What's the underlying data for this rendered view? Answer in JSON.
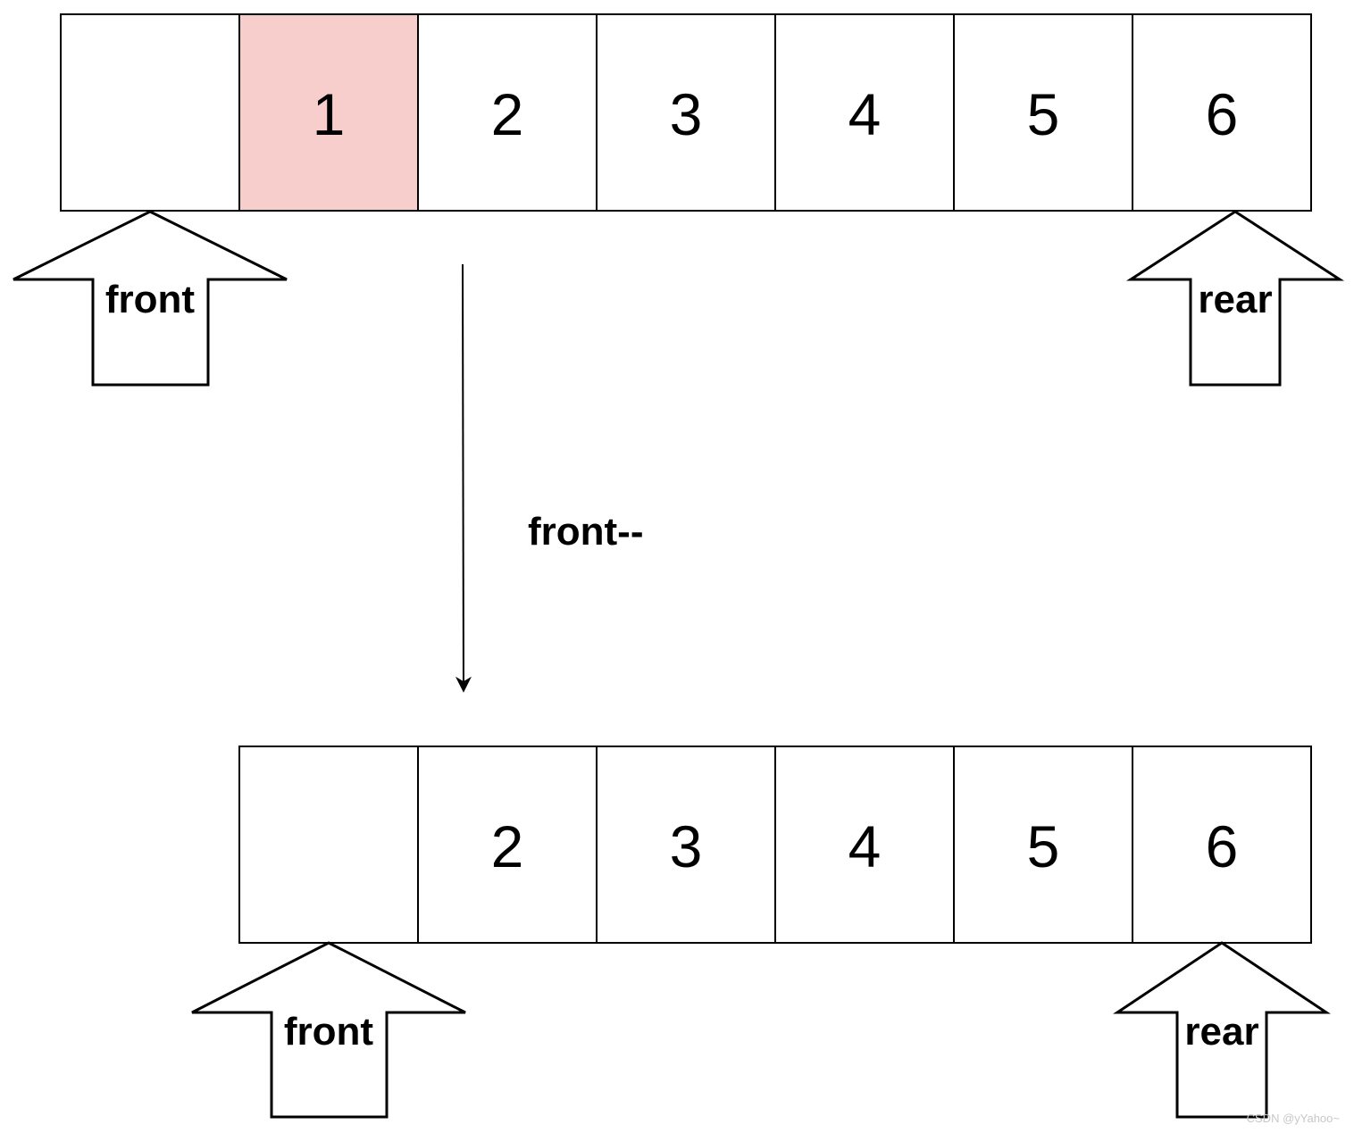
{
  "colors": {
    "highlight": "#f8cecc",
    "cell_default": "#ffffff",
    "stroke": "#000000"
  },
  "before": {
    "cells": [
      {
        "value": "",
        "highlight": false
      },
      {
        "value": "1",
        "highlight": true
      },
      {
        "value": "2",
        "highlight": false
      },
      {
        "value": "3",
        "highlight": false
      },
      {
        "value": "4",
        "highlight": false
      },
      {
        "value": "5",
        "highlight": false
      },
      {
        "value": "6",
        "highlight": false
      }
    ],
    "pointers": {
      "front_label": "front",
      "front_index": 0,
      "rear_label": "rear",
      "rear_index": 6
    }
  },
  "transition": {
    "label": "front--"
  },
  "after": {
    "cells": [
      {
        "value": "",
        "highlight": false
      },
      {
        "value": "2",
        "highlight": false
      },
      {
        "value": "3",
        "highlight": false
      },
      {
        "value": "4",
        "highlight": false
      },
      {
        "value": "5",
        "highlight": false
      },
      {
        "value": "6",
        "highlight": false
      }
    ],
    "pointers": {
      "front_label": "front",
      "front_index": 0,
      "rear_label": "rear",
      "rear_index": 5
    }
  },
  "watermark": "CSDN @yYahoo~"
}
